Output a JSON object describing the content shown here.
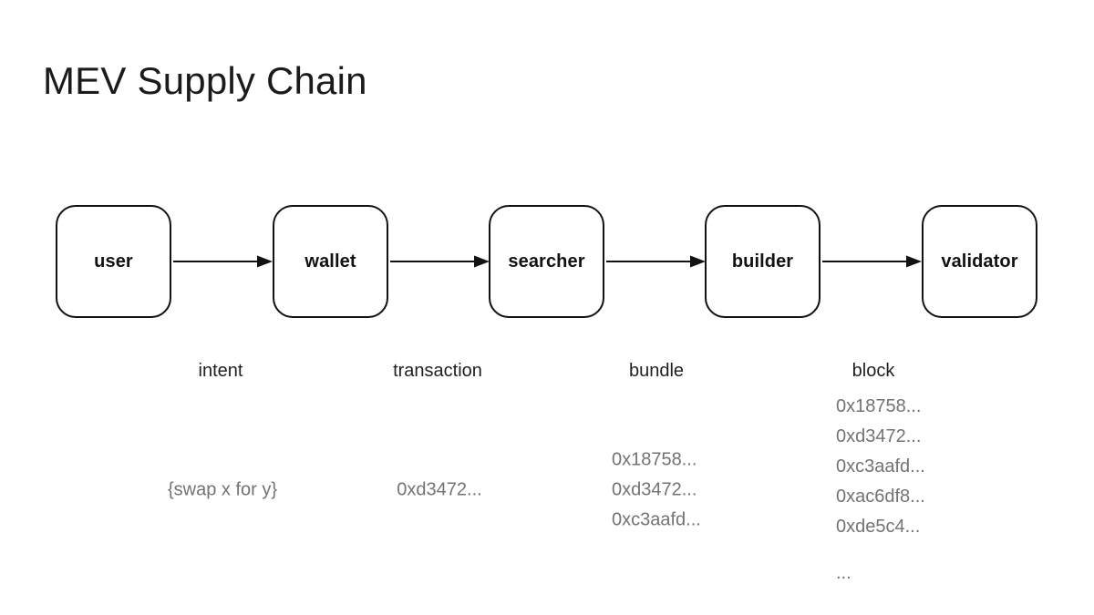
{
  "page": {
    "title": "MEV Supply Chain",
    "background_color": "#ffffff",
    "node_border_color": "#121212",
    "node_text_color": "#121212",
    "edge_label_color": "#1f1f1f",
    "payload_text_color": "#737373"
  },
  "diagram": {
    "type": "flow",
    "nodes": [
      {
        "id": "user",
        "label": "user"
      },
      {
        "id": "wallet",
        "label": "wallet"
      },
      {
        "id": "searcher",
        "label": "searcher"
      },
      {
        "id": "builder",
        "label": "builder"
      },
      {
        "id": "validator",
        "label": "validator"
      }
    ],
    "edges": [
      {
        "from": "user",
        "to": "wallet",
        "label": "intent",
        "payload_kind": "single",
        "payload": [
          "{swap x for y}"
        ]
      },
      {
        "from": "wallet",
        "to": "searcher",
        "label": "transaction",
        "payload_kind": "single",
        "payload": [
          "0xd3472..."
        ]
      },
      {
        "from": "searcher",
        "to": "builder",
        "label": "bundle",
        "payload_kind": "list",
        "payload": [
          "0x18758...",
          "0xd3472...",
          "0xc3aafd..."
        ]
      },
      {
        "from": "builder",
        "to": "validator",
        "label": "block",
        "payload_kind": "list",
        "payload": [
          "0x18758...",
          "0xd3472...",
          "0xc3aafd...",
          "0xac6df8...",
          "0xde5c4..."
        ],
        "payload_overflow": "..."
      }
    ]
  }
}
